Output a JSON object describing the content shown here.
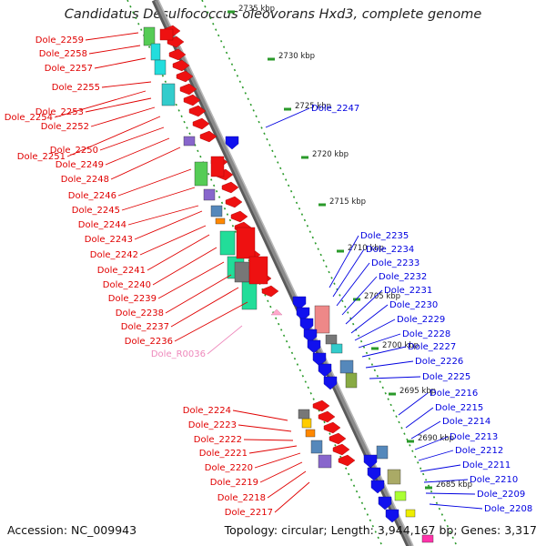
{
  "title": "Candidatus Desulfococcus oleovorans Hxd3, complete genome",
  "footer": {
    "accession": "Accession: NC_009943",
    "stats": "Topology: circular; Length: 3,944,167 bp; Genes: 3,317"
  },
  "colors": {
    "left_label": "#e00000",
    "right_label": "#0000e0",
    "rna_label": "#ee88bb",
    "tick": "#2a9a2a",
    "backbone": "#8a8a8a"
  },
  "ticks": [
    {
      "label": "2735 kbp"
    },
    {
      "label": "2730 kbp"
    },
    {
      "label": "2725 kbp"
    },
    {
      "label": "2720 kbp"
    },
    {
      "label": "2715 kbp"
    },
    {
      "label": "2710 kbp"
    },
    {
      "label": "2705 kbp"
    },
    {
      "label": "2700 kbp"
    },
    {
      "label": "2695 kbp"
    },
    {
      "label": "2690 kbp"
    },
    {
      "label": "2685 kbp"
    }
  ],
  "left_labels": [
    "Dole_2259",
    "Dole_2258",
    "Dole_2257",
    "Dole_2255",
    "Dole_2254",
    "Dole_2253",
    "Dole_2252",
    "Dole_2251",
    "Dole_2250",
    "Dole_2249",
    "Dole_2248",
    "Dole_2246",
    "Dole_2245",
    "Dole_2244",
    "Dole_2243",
    "Dole_2242",
    "Dole_2241",
    "Dole_2240",
    "Dole_2239",
    "Dole_2238",
    "Dole_2237",
    "Dole_2236"
  ],
  "rna_label": "Dole_R0036",
  "left_labels_lower": [
    "Dole_2224",
    "Dole_2223",
    "Dole_2222",
    "Dole_2221",
    "Dole_2220",
    "Dole_2219",
    "Dole_2218",
    "Dole_2217"
  ],
  "right_labels": [
    "Dole_2247",
    "Dole_2235",
    "Dole_2234",
    "Dole_2233",
    "Dole_2232",
    "Dole_2231",
    "Dole_2230",
    "Dole_2229",
    "Dole_2228",
    "Dole_2227",
    "Dole_2226",
    "Dole_2225",
    "Dole_2216",
    "Dole_2215",
    "Dole_2214",
    "Dole_2213",
    "Dole_2212",
    "Dole_2211",
    "Dole_2210",
    "Dole_2209",
    "Dole_2208"
  ]
}
